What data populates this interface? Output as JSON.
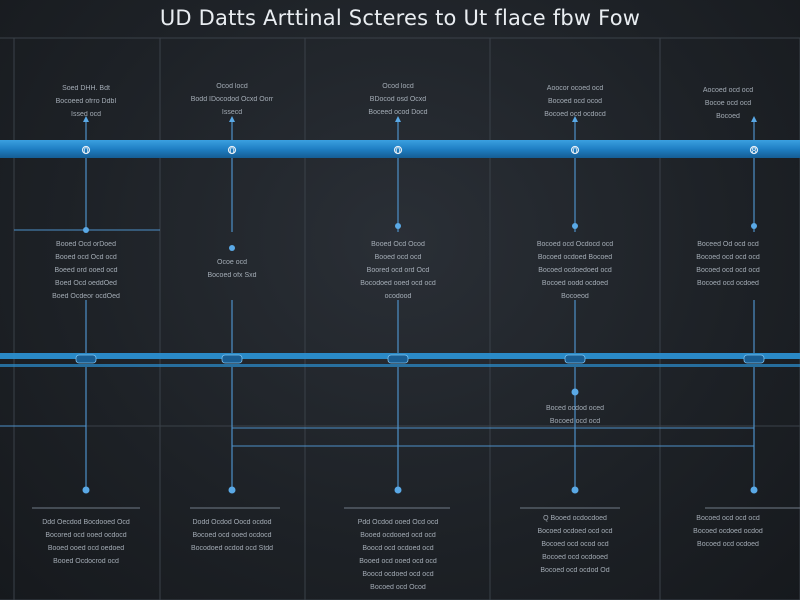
{
  "title": "UD Datts Arttinal Scteres to Ut flace fbw Fow",
  "colors": {
    "background": "#1d2126",
    "band_top": "#1f7fc4",
    "band_mid": "#2b8fd0",
    "node": "#5aa9e6",
    "connector": "#4d90c8",
    "text": "#b9c2cc"
  },
  "top_band": {
    "markers": [
      "0",
      "0",
      "0",
      "0",
      "8"
    ]
  },
  "mid_band": {
    "markers": [
      "",
      "",
      "",
      "",
      ""
    ]
  },
  "columns": [
    {
      "top_text": [
        "Soed DHH. Bdt",
        "Bocoeed ofrro DdbI",
        "Issed ocd"
      ],
      "mid_text": [
        "Booed Ocd orDoed",
        "Booed ocd Ocd ocd",
        "Boeed ord ooed ocd",
        "Boed Ocd oeddOed",
        "Boed Ocdeor ocdOed"
      ],
      "low_text": [],
      "bottom_text": [
        "Ddd Oecdod Bocdooed Ocd",
        "Bocored ocd ooed ocdocd",
        "Booed ooed ocd oedoed",
        "Booed Ocdocrod ocd"
      ]
    },
    {
      "top_text": [
        "Ocod locd",
        "Bodd IDocodod Ocxd Oorr",
        "Issecd"
      ],
      "mid_text": [
        "Ocoe ocd",
        "Bocoed ofx Sxd"
      ],
      "low_text": [],
      "bottom_text": [
        "Dodd Ocdod Oocd ocdod",
        "Bocoed ocd ooed ocdocd",
        "Bocodoed ocdod ocd Stdd"
      ]
    },
    {
      "top_text": [
        "Ocod locd",
        "BDocod osd Ocxd",
        "Boceed ocod Docd"
      ],
      "mid_text": [
        "Booed Ocd Ocod",
        "Booed ocd ocd",
        "Boored ocd ord Ocd",
        "Bocodoed ooed ocd ocd",
        "ocodood"
      ],
      "low_text": [],
      "bottom_text": [
        "Pdd Ocdod ooed Ocd ocd",
        "Booed ocdooed ocd ocd",
        "Boocd ocd ocdoed ocd",
        "Booed ocd ooed ocd ocd",
        "Boocd ocdoed ocd ocd",
        "Bocoed ocd Ocod"
      ]
    },
    {
      "top_text": [
        "Aoocor ocoed ocd",
        "Bocoed ocd ocod",
        "Bocoed ocd ocdocd"
      ],
      "mid_text": [
        "Bocoed ocd Ocdocd ocd",
        "Bocoed ocdoed Bocoed",
        "Bocoed ocdoedoed ocd",
        "Bocoed oodd ocdoed",
        "Bocoeod"
      ],
      "low_text": [
        "Boced ocdod oced",
        "Bocoed ocd ocd"
      ],
      "bottom_text": [
        "Q Booed ocdocdoed",
        "Bocoed ocdoed ocd ocd",
        "Bocoed ocd ocod ocd",
        "Bocoed ocd ocdooed",
        "Bocoed ocd ocdod Od"
      ]
    },
    {
      "top_text": [
        "Aocoed ocd ocd",
        "Bocoe ocd ocd",
        "Bocoed"
      ],
      "mid_text": [
        "Boceed Od ocd ocd",
        "Bocoed ocd ocd ocd",
        "Bocoed ocd ocd ocd",
        "Bocoed ocd ocdoed"
      ],
      "low_text": [],
      "bottom_text": [
        "Bocoed ocd ocd ocd",
        "Bocoed ocdoed ocdod",
        "Bocoed ocd ocdoed"
      ]
    }
  ]
}
